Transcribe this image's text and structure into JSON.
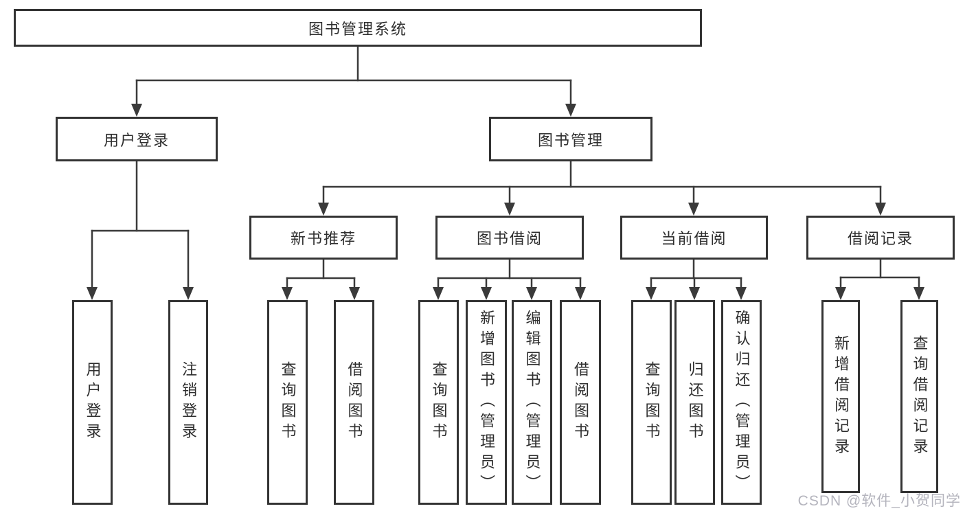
{
  "diagram": {
    "type": "hierarchy-tree",
    "root": {
      "label": "图书管理系统",
      "children": [
        {
          "label": "用户登录",
          "children": [
            {
              "label": "用户登录"
            },
            {
              "label": "注销登录"
            }
          ]
        },
        {
          "label": "图书管理",
          "children": [
            {
              "label": "新书推荐",
              "children": [
                {
                  "label": "查询图书"
                },
                {
                  "label": "借阅图书"
                }
              ]
            },
            {
              "label": "图书借阅",
              "children": [
                {
                  "label": "查询图书"
                },
                {
                  "label": "新增图书（管理员）"
                },
                {
                  "label": "编辑图书（管理员）"
                },
                {
                  "label": "借阅图书"
                }
              ]
            },
            {
              "label": "当前借阅",
              "children": [
                {
                  "label": "查询图书"
                },
                {
                  "label": "归还图书"
                },
                {
                  "label": "确认归还（管理员）"
                }
              ]
            },
            {
              "label": "借阅记录",
              "children": [
                {
                  "label": "新增借阅记录"
                },
                {
                  "label": "查询借阅记录"
                }
              ]
            }
          ]
        }
      ]
    },
    "watermark": "CSDN @软件_小贺同学",
    "colors": {
      "line": "#3a3a3a",
      "box_border": "#333333",
      "text": "#2e2e2e",
      "background": "#ffffff",
      "watermark": "#b0b0ba"
    }
  }
}
